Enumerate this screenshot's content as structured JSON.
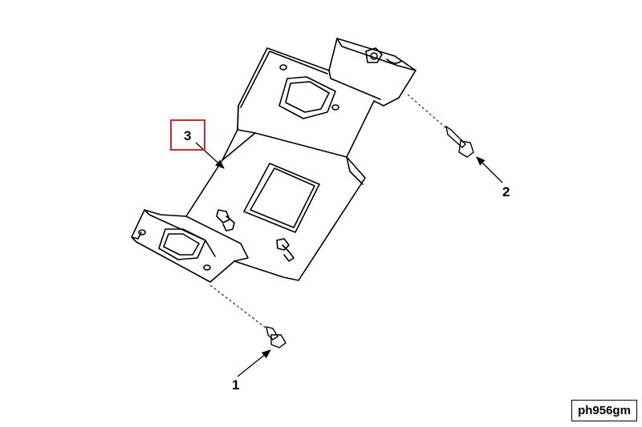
{
  "diagram": {
    "callouts": {
      "item_1": "1",
      "item_2": "2",
      "item_3": "3"
    },
    "reference_code": "ph956gm",
    "highlight_color": "#d9262c"
  }
}
